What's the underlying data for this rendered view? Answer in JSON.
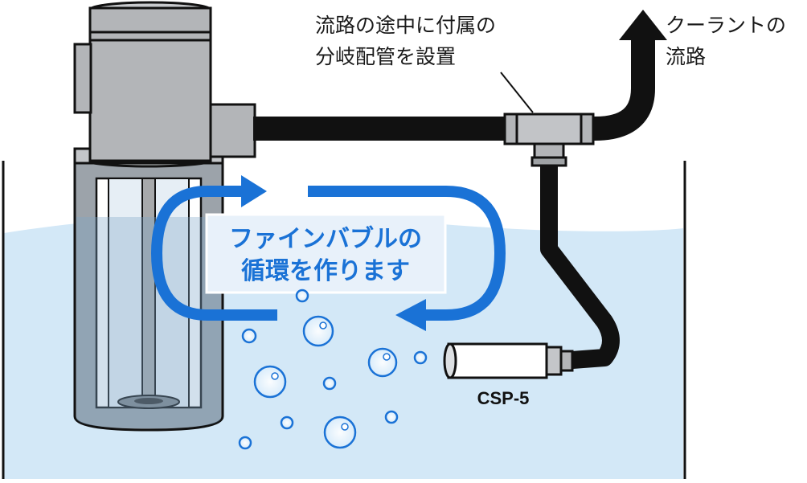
{
  "annotation": {
    "line1": "流路の途中に付属の",
    "line2": "分岐配管を設置"
  },
  "coolant_label": {
    "line1": "クーラントの",
    "line2": "流路"
  },
  "device_label": "CSP-5",
  "fine_bubble_label": {
    "line1": "ファインバブルの",
    "line2": "循環を作ります"
  },
  "colors": {
    "water": "#d3e8f7",
    "pump_body": "#b3b5b8",
    "pipe": "#111111",
    "arrow": "#1a72d6",
    "bubble": "#1a72d6"
  }
}
